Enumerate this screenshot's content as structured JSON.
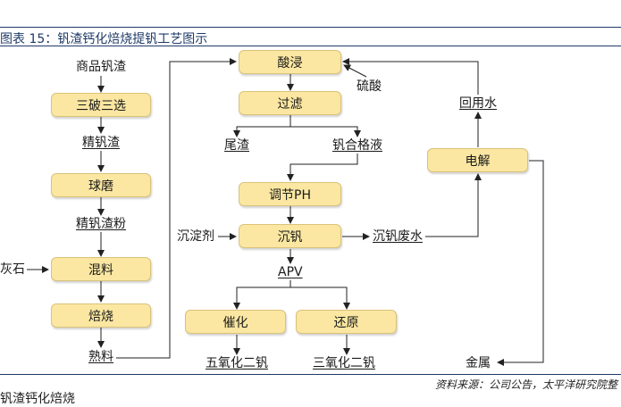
{
  "header": {
    "title": "图表 15：钒渣钙化焙烧提钒工艺图示",
    "source": "资料来源：公司公告，太平洋研究院整",
    "tail_text": "钒渣钙化焙烧"
  },
  "nodes": {
    "raw_slag": "商品钒渣",
    "crush_select": "三破三选",
    "fine_slag": "精钒渣",
    "ball_mill": "球磨",
    "fine_powder": "精钒渣粉",
    "limestone": "灰石",
    "mixing": "混料",
    "roasting": "焙烧",
    "clinker": "熟料",
    "acid_leach": "酸浸",
    "sulfuric_acid": "硫酸",
    "filtration": "过滤",
    "tailings": "尾渣",
    "qualified_liquor": "钒合格液",
    "adjust_ph": "调节PH",
    "precip_agent": "沉淀剂",
    "precipitation": "沉钒",
    "wastewater": "沉钒废水",
    "apv": "APV",
    "catalysis": "催化",
    "reduction": "还原",
    "v2o5": "五氧化二钒",
    "v2o3": "三氧化二钒",
    "electrolysis": "电解",
    "recycled_water": "回用水",
    "metal": "金属"
  },
  "colors": {
    "box_fill": "#fbe7a1",
    "box_border": "#d9c27a",
    "header": "#1f3a68"
  }
}
